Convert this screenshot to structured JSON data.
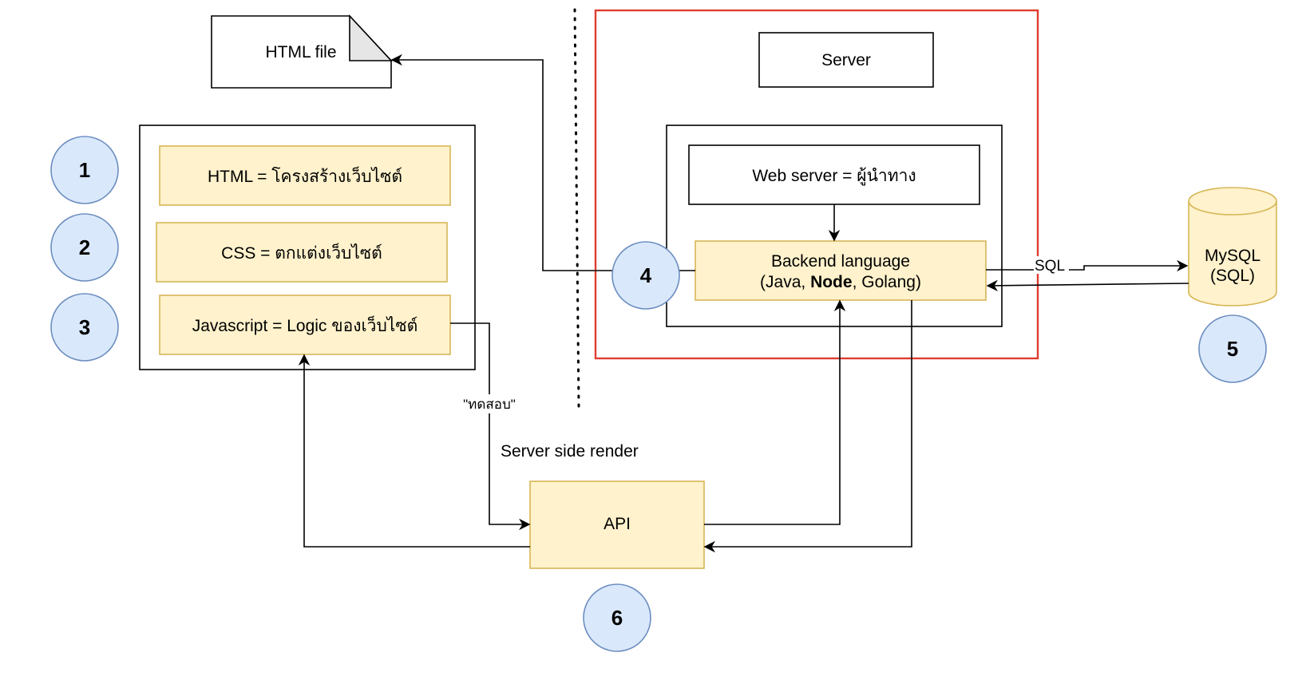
{
  "html_file": {
    "label": "HTML file"
  },
  "frontend": {
    "items": [
      {
        "label": "HTML = โครงสร้างเว็บไซต์"
      },
      {
        "label": "CSS = ตกแต่งเว็บไซต์"
      },
      {
        "label": "Javascript = Logic ของเว็บไซต์"
      }
    ]
  },
  "server": {
    "title": "Server",
    "web_server": "Web server = ผู้นำทาง",
    "backend_line1": "Backend language",
    "backend_line2_pre": "(Java, ",
    "backend_line2_bold": "Node",
    "backend_line2_post": ", Golang)"
  },
  "database": {
    "line1": "MySQL",
    "line2": "(SQL)"
  },
  "edges": {
    "sql_label": "SQL",
    "test_label": "\"ทดสอบ\"",
    "ssr_label": "Server side render"
  },
  "api": {
    "label": "API"
  },
  "markers": [
    "1",
    "2",
    "3",
    "4",
    "5",
    "6"
  ],
  "colors": {
    "yellow_fill": "#fff2cc",
    "yellow_stroke": "#d6b656",
    "marker_fill": "#dae8fc",
    "marker_stroke": "#6c8ebf",
    "server_border": "#e03c31"
  }
}
